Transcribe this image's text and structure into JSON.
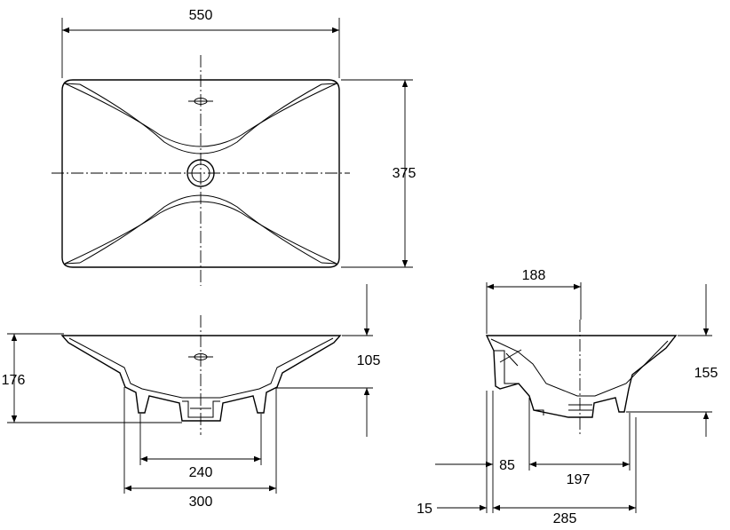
{
  "dimensions": {
    "top_width": "550",
    "top_depth": "375",
    "front_height_total": "176",
    "front_drop": "105",
    "front_inner_base": "240",
    "front_outer_base": "300",
    "side_top": "188",
    "side_height": "155",
    "side_offset": "85",
    "side_base": "197",
    "side_wall": "15",
    "side_total": "285"
  }
}
